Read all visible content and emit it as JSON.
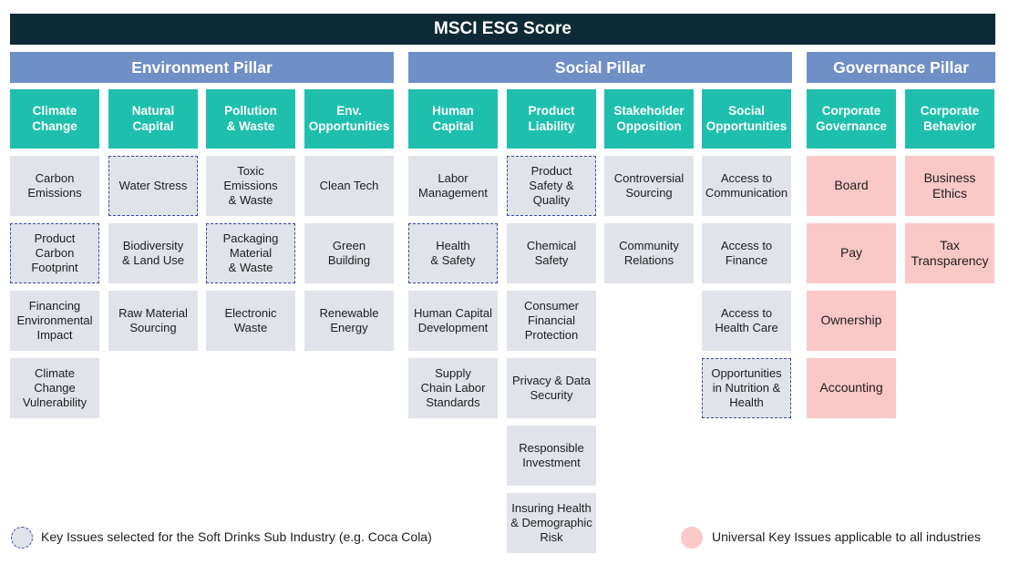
{
  "title": "MSCI ESG Score",
  "pillars": {
    "environment": "Environment Pillar",
    "social": "Social Pillar",
    "governance": "Governance Pillar"
  },
  "themes": {
    "climate_change": "Climate\nChange",
    "natural_capital": "Natural\nCapital",
    "pollution_waste": "Pollution\n& Waste",
    "env_opportunities": "Env.\nOpportunities",
    "human_capital": "Human\nCapital",
    "product_liability": "Product\nLiability",
    "stakeholder_opposition": "Stakeholder\nOpposition",
    "social_opportunities": "Social\nOpportunities",
    "corporate_governance": "Corporate\nGovernance",
    "corporate_behavior": "Corporate\nBehavior"
  },
  "issues": {
    "carbon_emissions": "Carbon\nEmissions",
    "product_carbon_footprint": "Product\nCarbon\nFootprint",
    "financing_env_impact": "Financing\nEnvironmental\nImpact",
    "climate_change_vulnerability": "Climate\nChange\nVulnerability",
    "water_stress": "Water Stress",
    "biodiversity_land_use": "Biodiversity\n& Land Use",
    "raw_material_sourcing": "Raw Material\nSourcing",
    "toxic_emissions_waste": "Toxic\nEmissions\n& Waste",
    "packaging_material_waste": "Packaging\nMaterial\n& Waste",
    "electronic_waste": "Electronic\nWaste",
    "clean_tech": "Clean Tech",
    "green_building": "Green\nBuilding",
    "renewable_energy": "Renewable\nEnergy",
    "labor_management": "Labor\nManagement",
    "health_safety": "Health\n& Safety",
    "human_capital_development": "Human Capital\nDevelopment",
    "supply_chain_labor_standards": "Supply\nChain Labor\nStandards",
    "product_safety_quality": "Product\nSafety &\nQuality",
    "chemical_safety": "Chemical\nSafety",
    "consumer_financial_protection": "Consumer\nFinancial\nProtection",
    "privacy_data_security": "Privacy  & Data\nSecurity",
    "responsible_investment": "Responsible\nInvestment",
    "insuring_health_demographic_risk": "Insuring Health\n& Demographic\nRisk",
    "controversial_sourcing": "Controversial\nSourcing",
    "community_relations": "Community\nRelations",
    "access_to_communication": "Access to\nCommunication",
    "access_to_finance": "Access to\nFinance",
    "access_to_health_care": "Access to\nHealth Care",
    "opportunities_nutrition_health": "Opportunities\nin Nutrition &\nHealth",
    "board": "Board",
    "pay": "Pay",
    "ownership": "Ownership",
    "accounting": "Accounting",
    "business_ethics": "Business\nEthics",
    "tax_transparency": "Tax\nTransparency"
  },
  "legend": {
    "key_issues": "Key Issues selected for the Soft Drinks Sub Industry (e.g. Coca Cola)",
    "universal": "Universal Key Issues applicable to all industries"
  },
  "colors": {
    "title_bg": "#0d2a36",
    "pillar_bg": "#6f8fc7",
    "theme_bg": "#1ec0ad",
    "issue_bg": "#e1e3ea",
    "universal_bg": "#fbc8c8",
    "key_border": "#3a4ba8"
  }
}
